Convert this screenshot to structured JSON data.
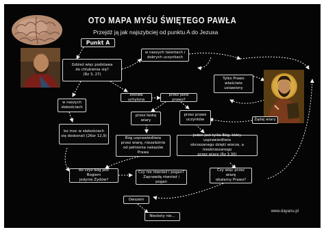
{
  "header": {
    "title": "OTO MAPA MYŚU ŚWIĘTEGO PAWŁA",
    "subtitle": "Przejdź ją jak najszybciej od punktu A do Jezusa"
  },
  "nodes": {
    "punkt_a": "Punkt A",
    "gdziez_wiec": "Gdzież więc podstawa\ndo chlubienia się?\n(Rz 3, 27)",
    "w_naszych_talentach": "w naszych talentach i\ndobrych uczynkach",
    "w_naszych_slabosciach": "w naszych\nsłabościach",
    "zostala_uchylona": "została uchylona",
    "przez_jakie_prawo": "przez jakie prawo?",
    "tylko_prawo": "Tylko Prawo\nwłaściwie ustawiony",
    "bo_moc": "bo moc w słabościach\nsię doskonali (2Kor 12,9)",
    "przez_laske": "przez łaskę\nwiary",
    "przez_prawo_uczynkow": "przez prawo\nuczynków",
    "zadaj_wiary": "Żądaj wiary",
    "bog_usprawiedliwia": "Bóg usprawiedliwia\nprzez wiarę, niezależnie\nod pełnienia nakazów Prawa",
    "jeden_jest_tylko_bog": "jeden jest tylko Bóg, który usprawiedliwia\nobrzezanego dzięki wierze, a nieobrzezanego\nprzez wiarę (Rz 3,30)",
    "bo_czyz_bog": "Bo czyż Bóg jest Bogiem\njedynie Żydów?",
    "czy_nie_rowniez": "Czy nie również i pogan?\nZaprawdę również i pogan",
    "czy_wiec_przez_wiare": "Czy więc przez wiarę\nobalamy Prawo?",
    "owszem": "Owszem",
    "niestety_nie": "Niestety nie..."
  },
  "footer": {
    "source": "www.dayanu.pl"
  },
  "colors": {
    "background": "#050505",
    "text": "#f2f2f2",
    "box_border": "#d8d8d8",
    "arrow": "#eeeeee"
  },
  "icons": {
    "brain": "brain-image",
    "paul": "saint-paul-portrait",
    "jesus": "christ-pantocrator-icon"
  }
}
